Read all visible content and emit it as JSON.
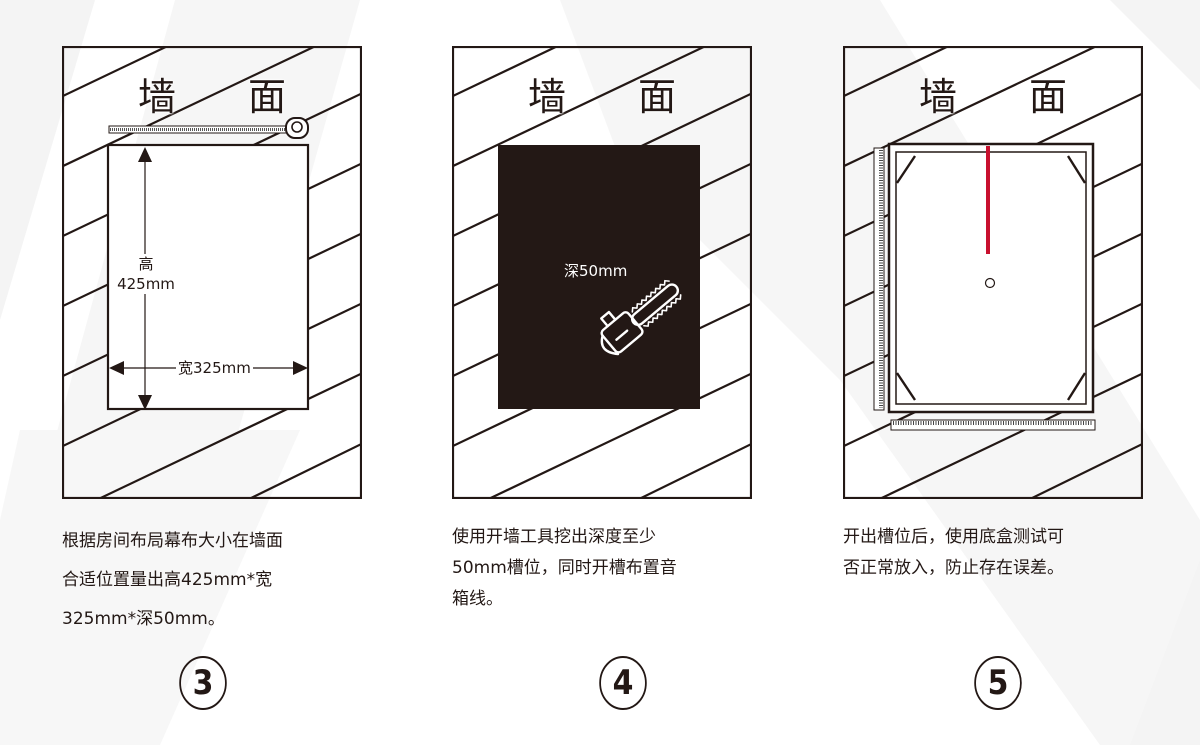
{
  "colors": {
    "ink": "#231815",
    "background": "#ffffff",
    "background_shape": "#f3f3f3",
    "slot_fill": "#231815",
    "level_red": "#c8102e"
  },
  "steps": [
    {
      "number": "3",
      "wall_label": "墙 面",
      "height_label_line1": "高",
      "height_label_line2": "425mm",
      "width_label": "宽325mm",
      "tool_icon": "tape-measure-icon",
      "description_lines": [
        "根据房间布局幕布大小在墙面",
        "合适位置量出高425mm*宽",
        "325mm*深50mm。"
      ]
    },
    {
      "number": "4",
      "wall_label": "墙 面",
      "depth_label": "深50mm",
      "tool_icon": "chainsaw-icon",
      "description_lines": [
        "使用开墙工具挖出深度至少",
        "50mm槽位，同时开槽布置音",
        "箱线。"
      ]
    },
    {
      "number": "5",
      "wall_label": "墙 面",
      "tool_icon": "level-box-icon",
      "description_lines": [
        "开出槽位后，使用底盒测试可",
        "否正常放入，防止存在误差。"
      ]
    }
  ]
}
